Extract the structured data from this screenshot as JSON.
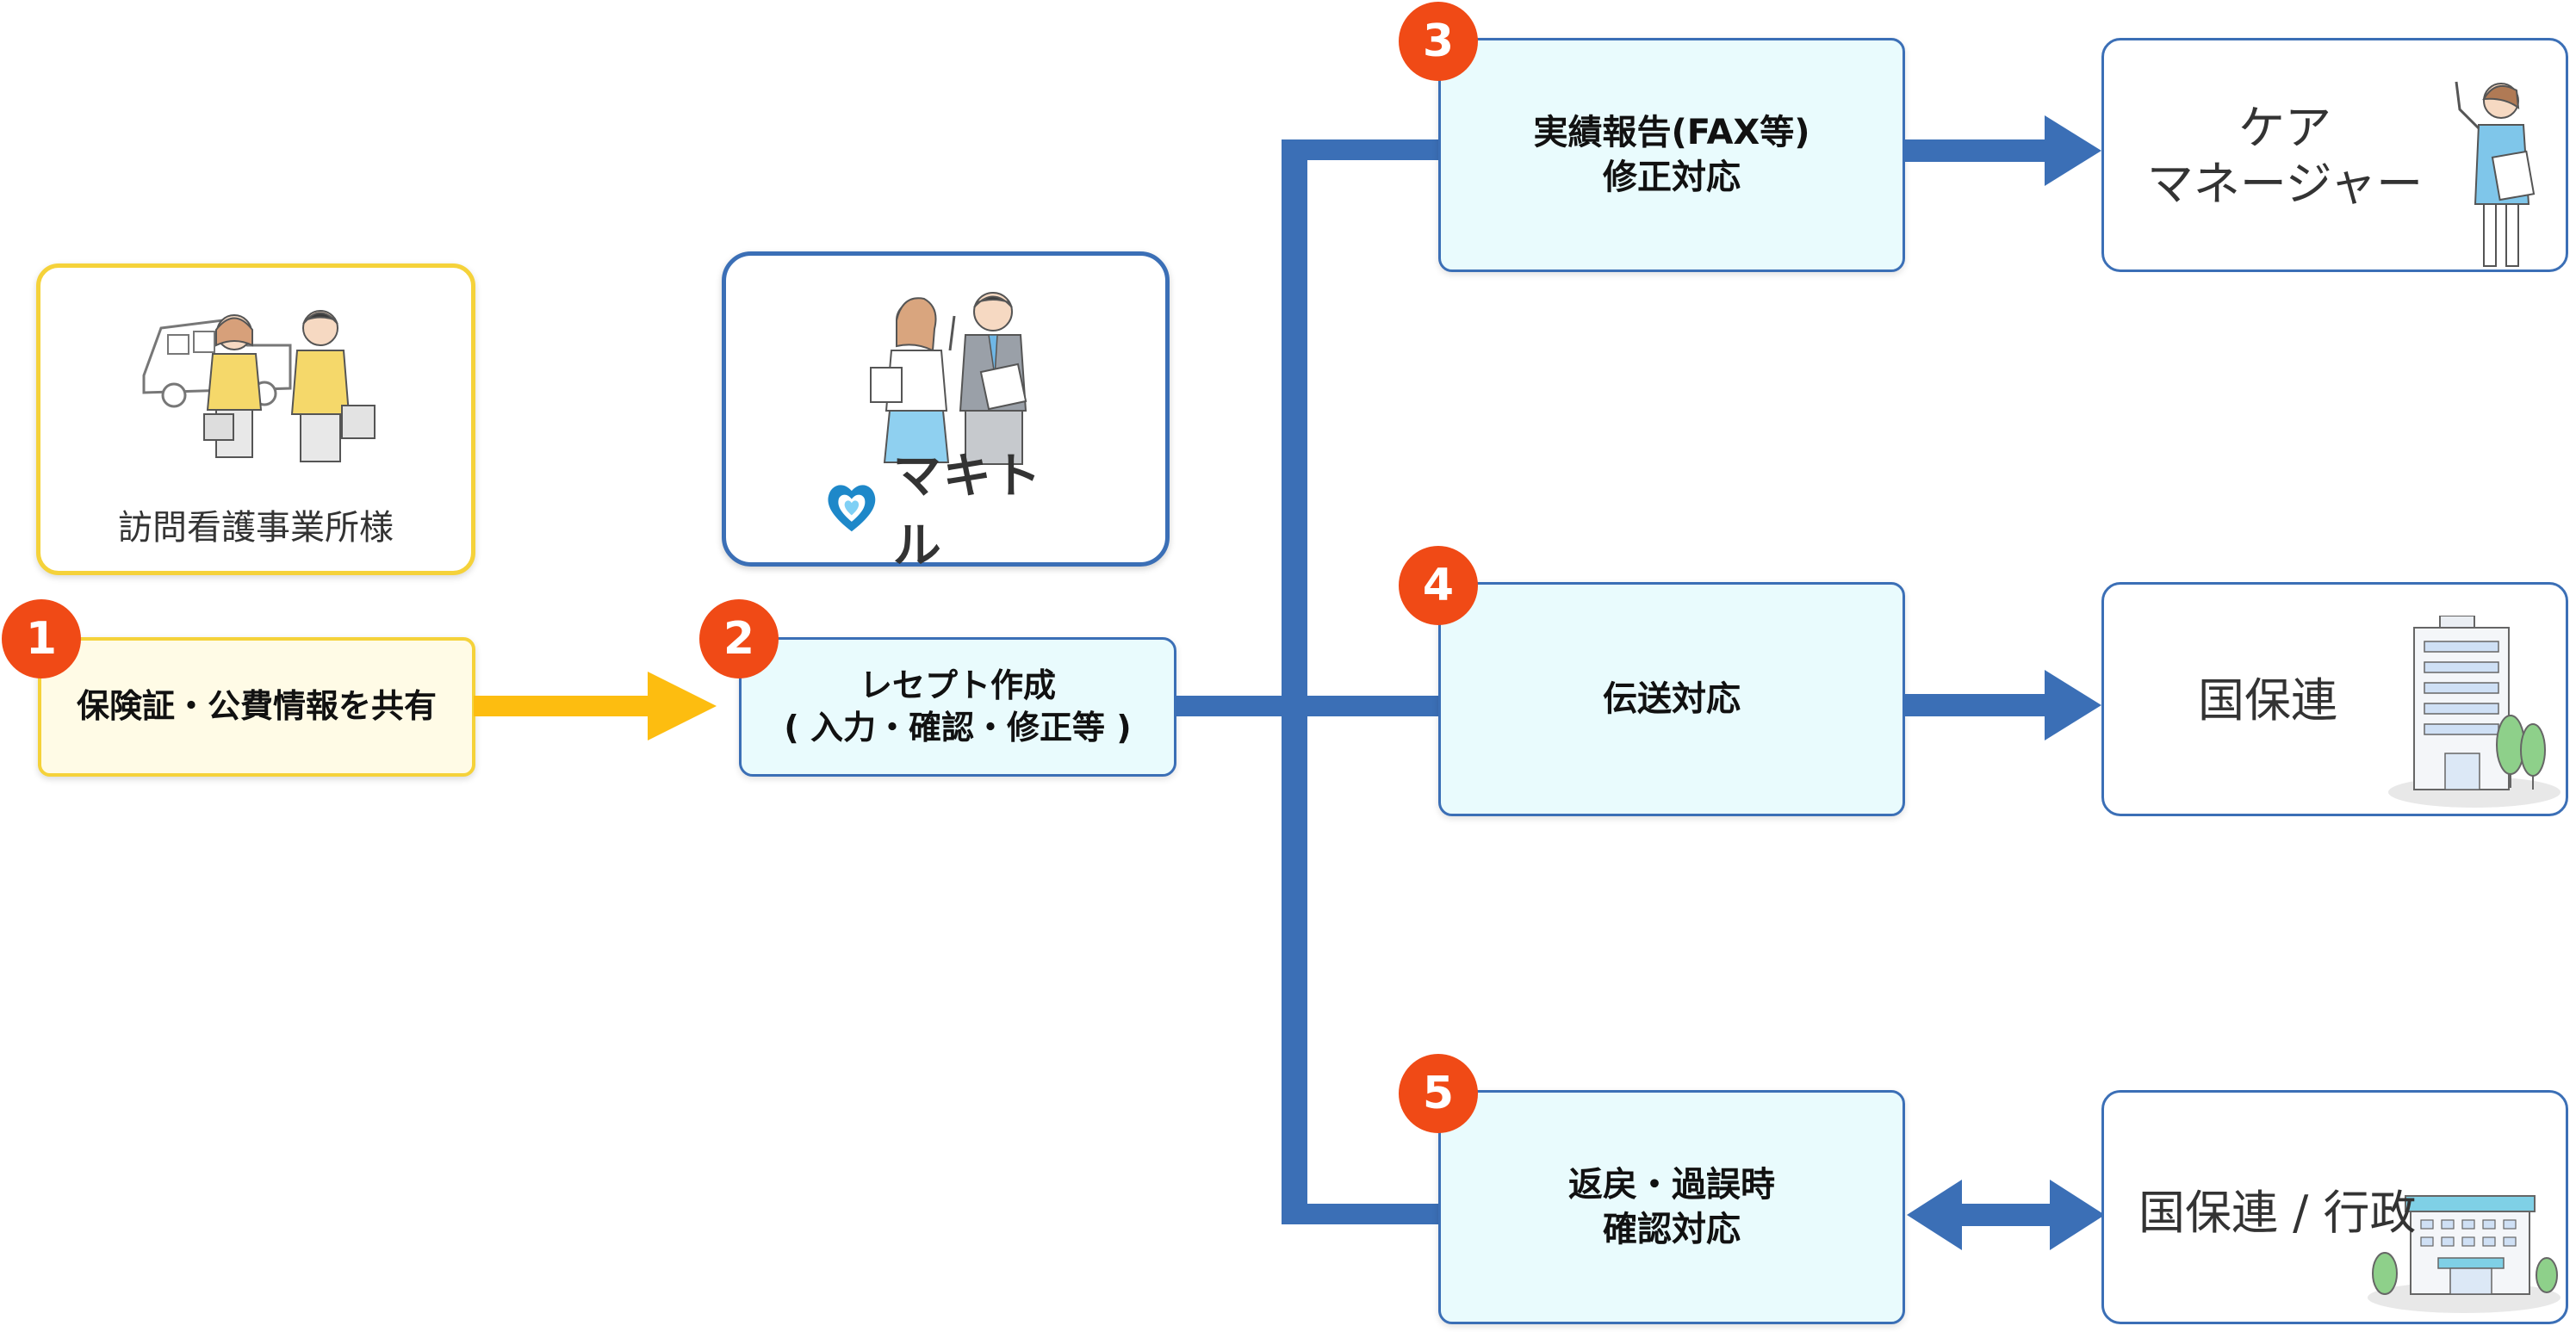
{
  "office": {
    "label": "訪問看護事業所様"
  },
  "step1": {
    "number": "1",
    "label": "保険証・公費情報を共有"
  },
  "makitoru": {
    "logo_text": "マキトル"
  },
  "step2": {
    "number": "2",
    "line1": "レセプト作成",
    "line2": "( 入力・確認・修正等 )"
  },
  "step3": {
    "number": "3",
    "line1": "実績報告(FAX等)",
    "line2": "修正対応"
  },
  "step4": {
    "number": "4",
    "label": "伝送対応"
  },
  "step5": {
    "number": "5",
    "line1": "返戻・過誤時",
    "line2": "確認対応"
  },
  "targets": {
    "care_manager": {
      "line1": "ケア",
      "line2": "マネージャー"
    },
    "kokuhoren": {
      "label": "国保連"
    },
    "kokuhoren_gyosei": {
      "label": "国保連 / 行政"
    }
  },
  "colors": {
    "accent_blue": "#3b6fb6",
    "yellow": "#f5d23a",
    "arrow_yellow": "#fdbd10",
    "badge_red": "#f04a16",
    "light_cyan": "#e9fbfd"
  },
  "icons": [
    "nurses-with-car-illustration",
    "staff-pair-illustration",
    "makitoru-heart-logo",
    "care-manager-person-illustration",
    "office-building-illustration",
    "government-building-illustration"
  ]
}
